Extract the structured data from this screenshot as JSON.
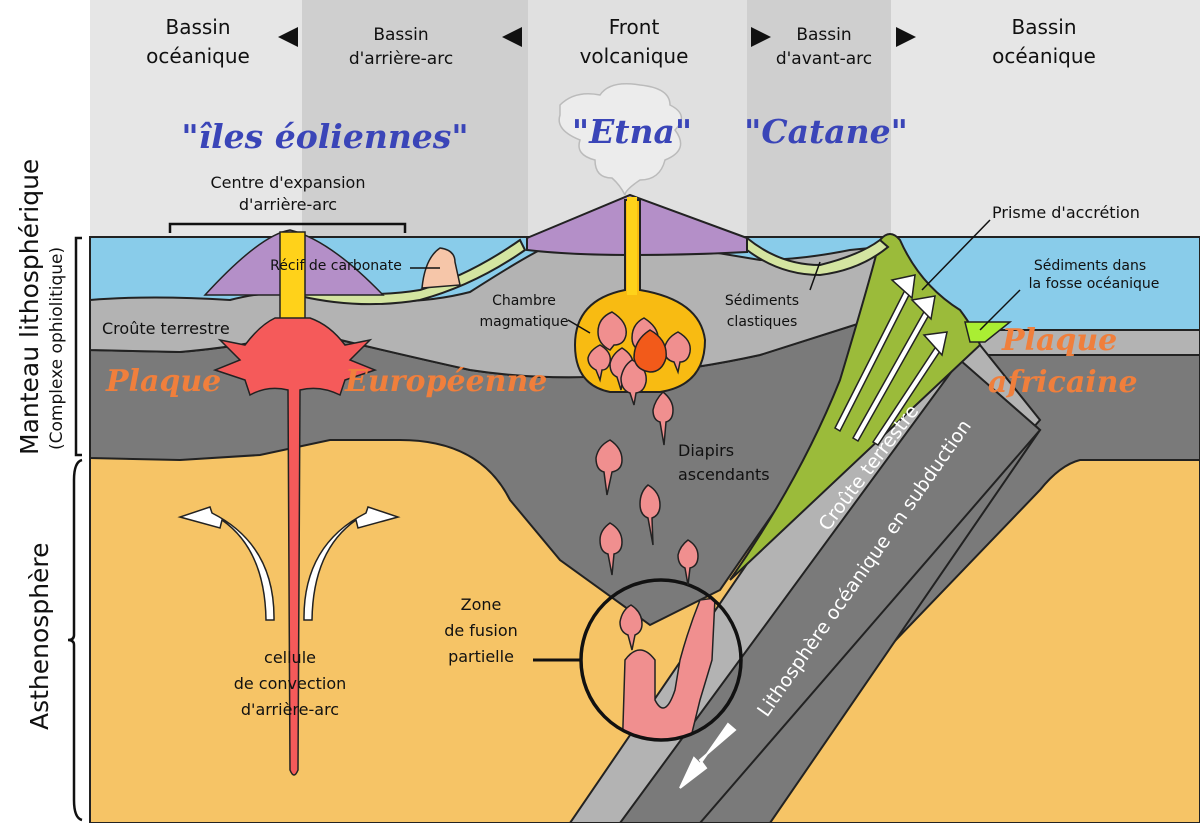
{
  "headers": {
    "bassin_oceanique_left": [
      "Bassin",
      "océanique"
    ],
    "bassin_arriere_arc": [
      "Bassin",
      "d'arrière-arc"
    ],
    "front_volcanique": [
      "Front",
      "volcanique"
    ],
    "bassin_avant_arc": [
      "Bassin",
      "d'avant-arc"
    ],
    "bassin_oceanique_right": [
      "Bassin",
      "océanique"
    ]
  },
  "place_names": {
    "iles_eoliennes": "\"îles éoliennes\"",
    "etna": "\"Etna\"",
    "catane": "\"Catane\""
  },
  "labels": {
    "centre_expansion": [
      "Centre d'expansion",
      "d'arrière-arc"
    ],
    "recif": "Récif de carbonate",
    "chambre": [
      "Chambre",
      "magmatique"
    ],
    "sediments_clastiques": [
      "Sédiments",
      "clastiques"
    ],
    "prisme": "Prisme d'accrétion",
    "sediments_fosse": [
      "Sédiments dans",
      "la fosse océanique"
    ],
    "croute_terrestre_left": "Croûte terrestre",
    "croute_terrestre_slab": "Croûte terrestre",
    "diapirs": [
      "Diapirs",
      "ascendants"
    ],
    "zone_fusion": [
      "Zone",
      "de fusion",
      "partielle"
    ],
    "cellule": [
      "cellule",
      "de convection",
      "d'arrière-arc"
    ],
    "lithosphere_subduction": "Lithosphère océanique en subduction"
  },
  "plates": {
    "plaque": "Plaque",
    "europeenne": "Européenne",
    "plaque_africaine": [
      "Plaque",
      "africaine"
    ]
  },
  "side_labels": {
    "manteau": "Manteau lithosphérique",
    "complexe": "(Complexe ophiolitique)",
    "asthenosphere": "Asthenosphère"
  },
  "colors": {
    "sea": "#89ccea",
    "crust": "#b3b3b3",
    "mantle": "#7a7a7a",
    "asthenosphere": "#f6c466",
    "volcano": "#b48fc8",
    "sediment": "#d4e5a1",
    "prism": "#9bbb3a",
    "magma_red": "#f55a5a",
    "magma_yellow": "#ffd21a",
    "diapir_pink": "#f08f8f",
    "plate_label": "#f07f3c",
    "place_label": "#3a45b8"
  }
}
